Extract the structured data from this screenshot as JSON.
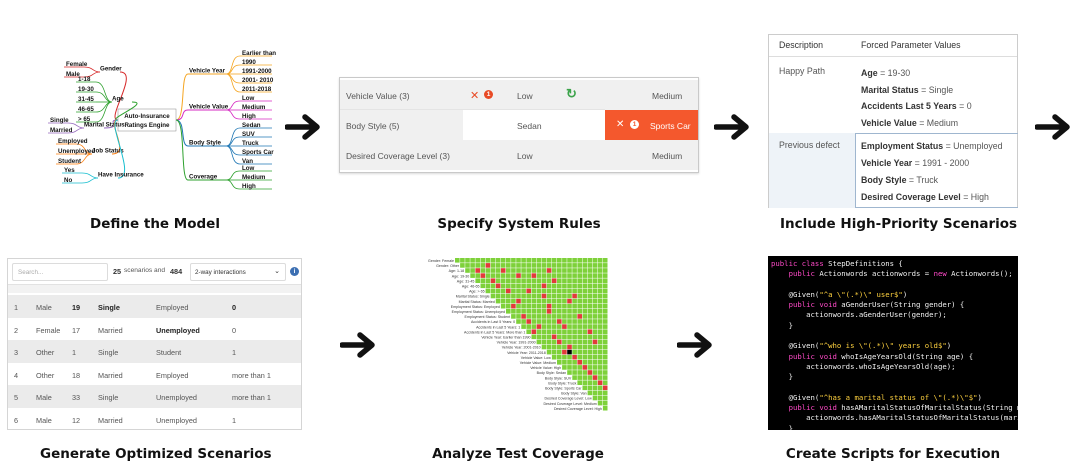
{
  "captions": {
    "define": "Define the Model",
    "rules": "Specify System Rules",
    "priority": "Include High-Priority Scenarios",
    "generate": "Generate Optimized Scenarios",
    "analyze": "Analyze Test Coverage",
    "scripts": "Create Scripts for Execution"
  },
  "colors": {
    "orange": "#f4582d",
    "green": "#7ed13a",
    "red": "#e23a3a",
    "code_bg": "#000000",
    "code_keyword": "#ff4ac8",
    "code_string": "#ffd23f"
  },
  "mindmap": {
    "center": [
      "Auto-Insurance",
      "Ratings Engine"
    ],
    "left": [
      {
        "name": "Gender",
        "leaves": [
          "Female",
          "Male"
        ]
      },
      {
        "name": "Age",
        "leaves": [
          "1-18",
          "19-30",
          "31-45",
          "46-65",
          "> 65"
        ]
      },
      {
        "name": "Marital Status",
        "leaves": [
          "Single",
          "Married"
        ]
      },
      {
        "name": "Job Status",
        "leaves": [
          "Employed",
          "Unemployed",
          "Student"
        ]
      },
      {
        "name": "Have Insurance",
        "leaves": [
          "Yes",
          "No"
        ]
      }
    ],
    "right": [
      {
        "name": "Vehicle Year",
        "leaves": [
          "Earlier than",
          "1990",
          "1991-2000",
          "2001- 2010",
          "2011-2018"
        ]
      },
      {
        "name": "Vehicle Value",
        "leaves": [
          "Low",
          "Medium",
          "High"
        ]
      },
      {
        "name": "Body Style",
        "leaves": [
          "Sedan",
          "SUV",
          "Truck",
          "Sports Car",
          "Van"
        ]
      },
      {
        "name": "Coverage",
        "leaves": [
          "Low",
          "Medium",
          "High"
        ]
      }
    ]
  },
  "rules": {
    "rows": [
      {
        "label": "Vehicle Value (3)",
        "badge": "1",
        "mid": "Low",
        "right": "Medium"
      },
      {
        "label": "Body Style (5)",
        "mid": "Sedan",
        "badge": "1",
        "right": "Sports Car"
      },
      {
        "label": "Desired Coverage Level (3)",
        "mid": "Low",
        "right": "Medium"
      }
    ],
    "x_icon": "✕",
    "refresh_icon": "↻"
  },
  "priority": {
    "col_description": "Description",
    "col_values": "Forced Parameter Values",
    "rows": [
      {
        "description": "Happy Path",
        "values": [
          [
            "Age",
            "19-30"
          ],
          [
            "Marital Status",
            "Single"
          ],
          [
            "Accidents Last 5 Years",
            "0"
          ],
          [
            "Vehicle Value",
            "Medium"
          ]
        ]
      },
      {
        "description": "Previous defect",
        "values": [
          [
            "Employment Status",
            "Unemployed"
          ],
          [
            "Vehicle Year",
            "1991 - 2000"
          ],
          [
            "Body Style",
            "Truck"
          ],
          [
            "Desired Coverage Level",
            "High"
          ]
        ]
      }
    ]
  },
  "scenarios": {
    "search_placeholder": "Search...",
    "count": "25",
    "scenarios_and": "scenarios and",
    "interactions": "484",
    "mode": "2-way interactions",
    "rows": [
      [
        "1",
        "Male",
        "19",
        "Single",
        "Employed",
        "0"
      ],
      [
        "2",
        "Female",
        "17",
        "Married",
        "Unemployed",
        "0"
      ],
      [
        "3",
        "Other",
        "1",
        "Single",
        "Student",
        "1"
      ],
      [
        "4",
        "Other",
        "18",
        "Married",
        "Employed",
        "more than 1"
      ],
      [
        "5",
        "Male",
        "33",
        "Single",
        "Unemployed",
        "more than 1"
      ],
      [
        "6",
        "Male",
        "12",
        "Married",
        "Unemployed",
        "1"
      ]
    ]
  },
  "heatmap": {
    "labels": [
      "Gender: Female",
      "Gender: Other",
      "Age: 1-18",
      "Age: 19-30",
      "Age: 31-45",
      "Age: 46-65",
      "Age: > 65",
      "Marital Status: Single",
      "Marital Status: Married",
      "Employment Status: Employed",
      "Employment Status: Unemployed",
      "Employment Status: Student",
      "Accidents in Last 5 Years: 0",
      "Accidents in Last 5 Years: 1",
      "Accidents in Last 5 Years: More than 1",
      "Vehicle Year: Earlier than 1990",
      "Vehicle Year: 1991-2000",
      "Vehicle Year: 2001-2010",
      "Vehicle Year: 2011-2018",
      "Vehicle Value: Low",
      "Vehicle Value: Medium",
      "Vehicle Value: High",
      "Body Style: Sedan",
      "Body Style: SUV",
      "Body Style: Truck",
      "Body Style: Sports Car",
      "Body Style: Van",
      "Desired Coverage Level: Low",
      "Desired Coverage Level: Medium",
      "Desired Coverage Level: High"
    ]
  },
  "code": {
    "lines": [
      [
        [
          "kw",
          "public class "
        ],
        [
          "t",
          "StepDefinitions {"
        ]
      ],
      [
        [
          "t",
          "    "
        ],
        [
          "kw",
          "public "
        ],
        [
          "t",
          "Actionwords actionwords = "
        ],
        [
          "kw",
          "new "
        ],
        [
          "t",
          "Actionwords();"
        ]
      ],
      [
        [
          "t",
          ""
        ]
      ],
      [
        [
          "t",
          "    @Given("
        ],
        [
          "str",
          "\"^a \\\"(.*)\\\" user$\""
        ],
        [
          "t",
          ")"
        ]
      ],
      [
        [
          "t",
          "    "
        ],
        [
          "kw",
          "public void "
        ],
        [
          "t",
          "aGenderUser(String gender) {"
        ]
      ],
      [
        [
          "t",
          "        actionwords.aGenderUser(gender);"
        ]
      ],
      [
        [
          "t",
          "    }"
        ]
      ],
      [
        [
          "t",
          ""
        ]
      ],
      [
        [
          "t",
          "    @Given("
        ],
        [
          "str",
          "\"^who is \\\"(.*)\\\" years old$\""
        ],
        [
          "t",
          ")"
        ]
      ],
      [
        [
          "t",
          "    "
        ],
        [
          "kw",
          "public void "
        ],
        [
          "t",
          "whoIsAgeYearsOld(String age) {"
        ]
      ],
      [
        [
          "t",
          "        actionwords.whoIsAgeYearsOld(age);"
        ]
      ],
      [
        [
          "t",
          "    }"
        ]
      ],
      [
        [
          "t",
          ""
        ]
      ],
      [
        [
          "t",
          "    @Given("
        ],
        [
          "str",
          "\"^has a marital status of \\\"(.*)\\\"$\""
        ],
        [
          "t",
          ")"
        ]
      ],
      [
        [
          "t",
          "    "
        ],
        [
          "kw",
          "public void "
        ],
        [
          "t",
          "hasAMaritalStatusOfMaritalStatus(String ma"
        ]
      ],
      [
        [
          "t",
          "        actionwords.hasAMaritalStatusOfMaritalStatus(marit"
        ]
      ],
      [
        [
          "t",
          "    }"
        ]
      ]
    ]
  }
}
